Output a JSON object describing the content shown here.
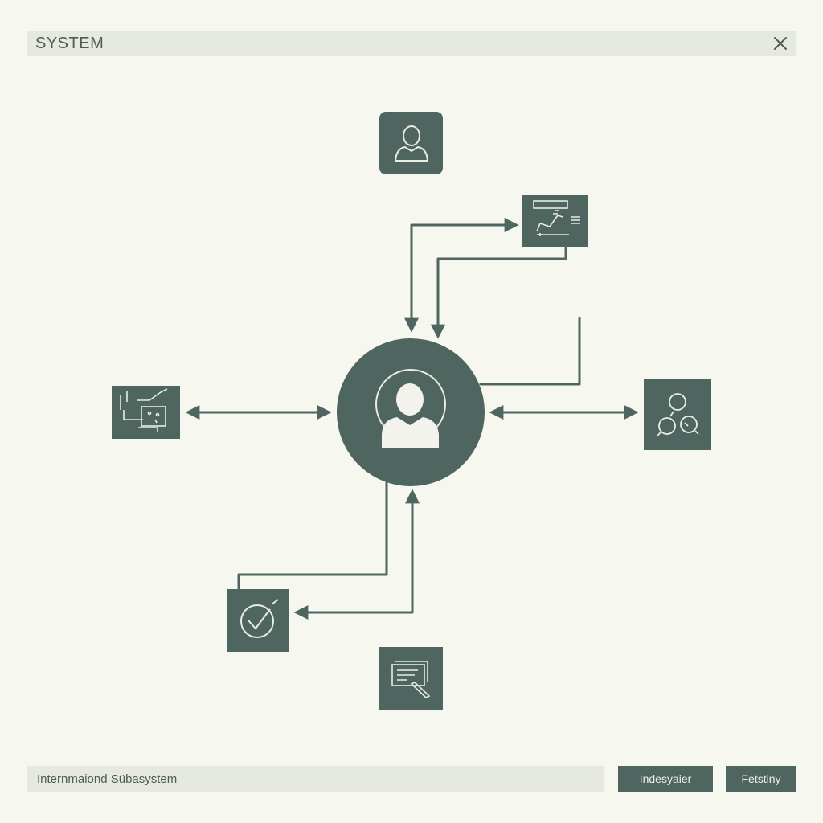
{
  "window": {
    "title": "SYSTEM",
    "close_icon": "close-icon"
  },
  "colors": {
    "background": "#f6f7ee",
    "node_fill": "#4f6660",
    "line": "#4f6660",
    "bar": "#e6e9df",
    "icon_stroke": "#e9ece4"
  },
  "diagram": {
    "center_node": {
      "icon": "user-avatar-icon"
    },
    "nodes": [
      {
        "id": "top",
        "icon": "person-icon"
      },
      {
        "id": "upper-right",
        "icon": "line-chart-presentation-icon"
      },
      {
        "id": "left",
        "icon": "workflow-sketch-icon"
      },
      {
        "id": "right",
        "icon": "group-chat-icon"
      },
      {
        "id": "bottom-left",
        "icon": "checkmark-badge-icon"
      },
      {
        "id": "bottom",
        "icon": "document-pen-icon"
      }
    ]
  },
  "footer": {
    "status_text": "Internmaiond Sübasystem",
    "button_primary": "Indesyaier",
    "button_secondary": "Fetstiny"
  }
}
